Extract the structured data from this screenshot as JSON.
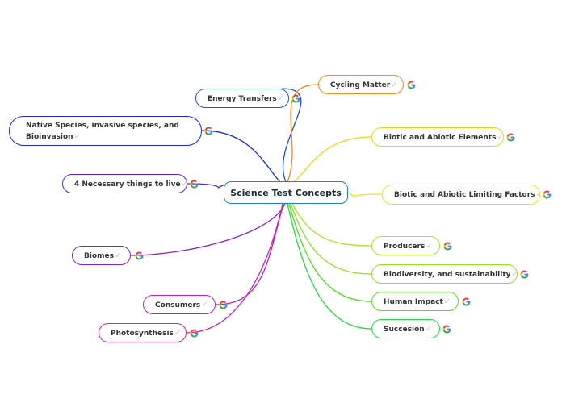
{
  "central": {
    "label": "Science Test Concepts",
    "color": "#1e7fd1"
  },
  "check_glyph": "✓",
  "google_icon": "google-search-icon",
  "branches": [
    {
      "id": "energy-transfers",
      "label": "Energy Transfers",
      "color": "#1d4fe0"
    },
    {
      "id": "native-species",
      "label": "Native Species, invasive species, and Bioinvasion",
      "color": "#1a2ad8"
    },
    {
      "id": "4-necessary-things",
      "label": "4 Necessary things to live",
      "color": "#5b1fd0"
    },
    {
      "id": "biomes",
      "label": "Biomes",
      "color": "#8a1fd0"
    },
    {
      "id": "consumers",
      "label": "Consumers",
      "color": "#b41fd8"
    },
    {
      "id": "photosynthesis",
      "label": "Photosynthesis",
      "color": "#d81fa8"
    },
    {
      "id": "cycling-matter",
      "label": "Cycling Matter",
      "color": "#f28c12"
    },
    {
      "id": "biotic-abiotic-elements",
      "label": "Biotic and Abiotic Elements",
      "color": "#f2d30a"
    },
    {
      "id": "biotic-abiotic-limiting",
      "label": "Biotic and Abiotic Limiting Factors",
      "color": "#e4ec12"
    },
    {
      "id": "producers",
      "label": "Producers",
      "color": "#a6e61a"
    },
    {
      "id": "biodiversity",
      "label": "Biodiversity, and sustainability",
      "color": "#8ee41a"
    },
    {
      "id": "human-impact",
      "label": "Human Impact",
      "color": "#4be01a"
    },
    {
      "id": "succesion",
      "label": "Succesion",
      "color": "#1ee03a"
    }
  ]
}
